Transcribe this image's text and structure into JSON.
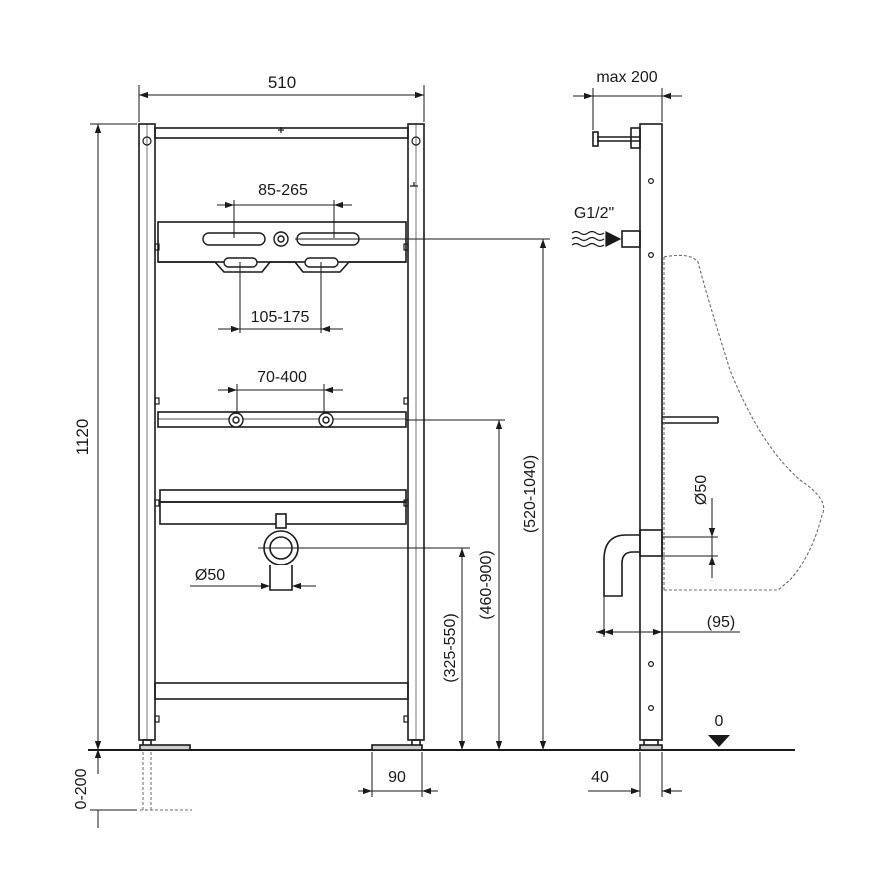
{
  "front_view": {
    "width_label": "510",
    "height_label": "1120",
    "adjust_label": "0-200",
    "fixing_spacing_label": "85-265",
    "holder_spacing_label": "105-175",
    "rail_spacing_label": "70-400",
    "drain_diameter_label": "Ø50",
    "drain_height_label": "(325-550)",
    "rail_height_label": "(460-900)",
    "supply_height_label": "(520-1040)",
    "foot_label": "90"
  },
  "side_view": {
    "depth_label": "max 200",
    "supply_label": "G1/2\"",
    "drain_diameter_label": "Ø50",
    "offset_label": "(95)",
    "floor_label": "0",
    "frame_depth_label": "40"
  },
  "colors": {
    "line": "#1a1a1a",
    "hidden": "#6b6b6b",
    "background": "#ffffff"
  }
}
